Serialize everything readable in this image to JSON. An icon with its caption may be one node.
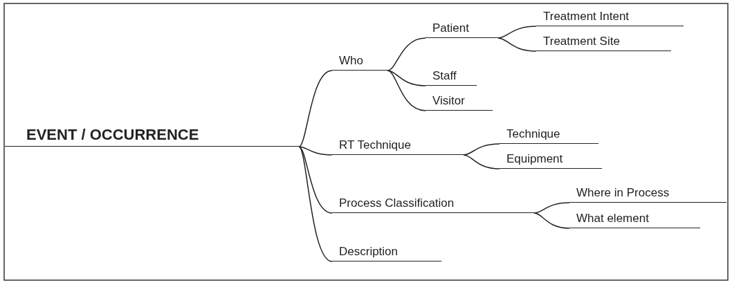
{
  "diagram": {
    "nodes": [
      {
        "text": [
          "EVENT / OCCURRENCE"
        ]
      },
      {
        "text": [
          "Who"
        ]
      },
      {
        "text": [
          "Patient"
        ]
      },
      {
        "text": [
          "Treatment Intent"
        ]
      },
      {
        "text": [
          "Treatment Site"
        ]
      },
      {
        "text": [
          "Staff"
        ]
      },
      {
        "text": [
          "Visitor"
        ]
      },
      {
        "text": [
          "RT Technique"
        ]
      },
      {
        "text": [
          "Technique"
        ]
      },
      {
        "text": [
          "Equipment"
        ]
      },
      {
        "text": [
          "Process Classification"
        ]
      },
      {
        "text": [
          "Where in Process"
        ]
      },
      {
        "text": [
          "What element"
        ]
      },
      {
        "text": [
          "Description"
        ]
      }
    ],
    "edges": [
      {
        "from": 0,
        "to": 1,
        "arrow": "none"
      },
      {
        "from": 1,
        "to": 2,
        "arrow": "none"
      },
      {
        "from": 2,
        "to": 3,
        "arrow": "none"
      },
      {
        "from": 2,
        "to": 4,
        "arrow": "none"
      },
      {
        "from": 1,
        "to": 5,
        "arrow": "none"
      },
      {
        "from": 1,
        "to": 6,
        "arrow": "none"
      },
      {
        "from": 0,
        "to": 7,
        "arrow": "none"
      },
      {
        "from": 7,
        "to": 8,
        "arrow": "none"
      },
      {
        "from": 7,
        "to": 9,
        "arrow": "none"
      },
      {
        "from": 0,
        "to": 10,
        "arrow": "none"
      },
      {
        "from": 10,
        "to": 11,
        "arrow": "none"
      },
      {
        "from": 10,
        "to": 12,
        "arrow": "none"
      },
      {
        "from": 0,
        "to": 13,
        "arrow": "none"
      }
    ]
  }
}
